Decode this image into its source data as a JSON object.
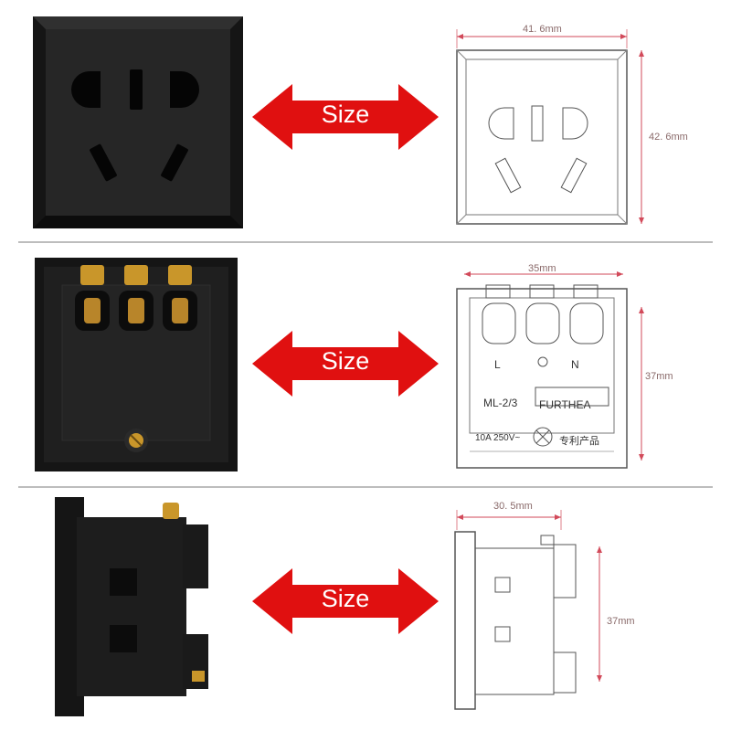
{
  "arrow_label": "Size",
  "colors": {
    "arrow": "#e01010",
    "dimension": "#d24a5a",
    "socket": "#1b1b1b",
    "brass": "#c9962a"
  },
  "row1": {
    "width_label": "41. 6mm",
    "height_label": "42. 6mm"
  },
  "row2": {
    "width_label": "35mm",
    "height_label": "37mm",
    "terminal_labels": [
      "L",
      "N"
    ],
    "model": "ML-2/3",
    "brand": "FURTHEA",
    "rating": "10A 250V~",
    "patent": "专利产品"
  },
  "row3": {
    "width_label": "30. 5mm",
    "height_label": "37mm"
  }
}
